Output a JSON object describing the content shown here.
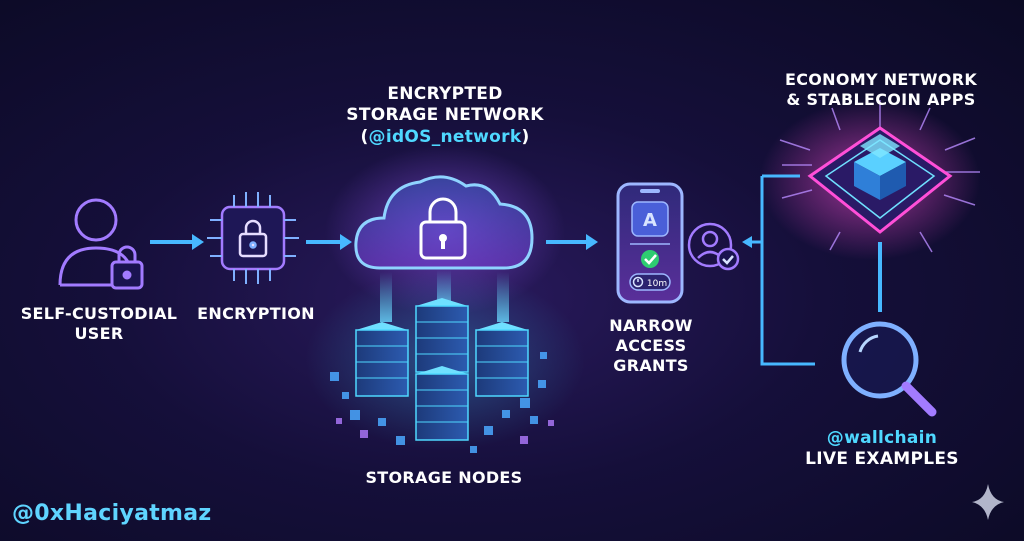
{
  "nodes": {
    "user": {
      "line1": "SELF-CUSTODIAL",
      "line2": "USER"
    },
    "encryption": {
      "label": "ENCRYPTION"
    },
    "storage_network": {
      "line1": "ENCRYPTED",
      "line2": "STORAGE NETWORK",
      "handle": "(@idOS_network)"
    },
    "storage_nodes": {
      "label": "STORAGE NODES"
    },
    "access": {
      "line1": "NARROW",
      "line2": "ACCESS",
      "line3": "GRANTS",
      "timer": "10m"
    },
    "economy": {
      "line1": "ECONOMY NETWORK",
      "line2": "& STABLECOIN APPS"
    },
    "wallchain": {
      "handle": "@wallchain",
      "line2": "LIVE EXAMPLES"
    }
  },
  "watermark": "@0xHaciyatmaz",
  "icons": [
    "user-lock-icon",
    "chip-lock-icon",
    "cloud-lock-icon",
    "server-rack-icon",
    "phone-app-icon",
    "user-check-icon",
    "cube-chip-icon",
    "magnifier-icon",
    "sparkle-icon"
  ],
  "colors": {
    "accent_cyan": "#4fd8ff",
    "accent_purple": "#a27bff",
    "accent_pink": "#ff4fd8"
  }
}
